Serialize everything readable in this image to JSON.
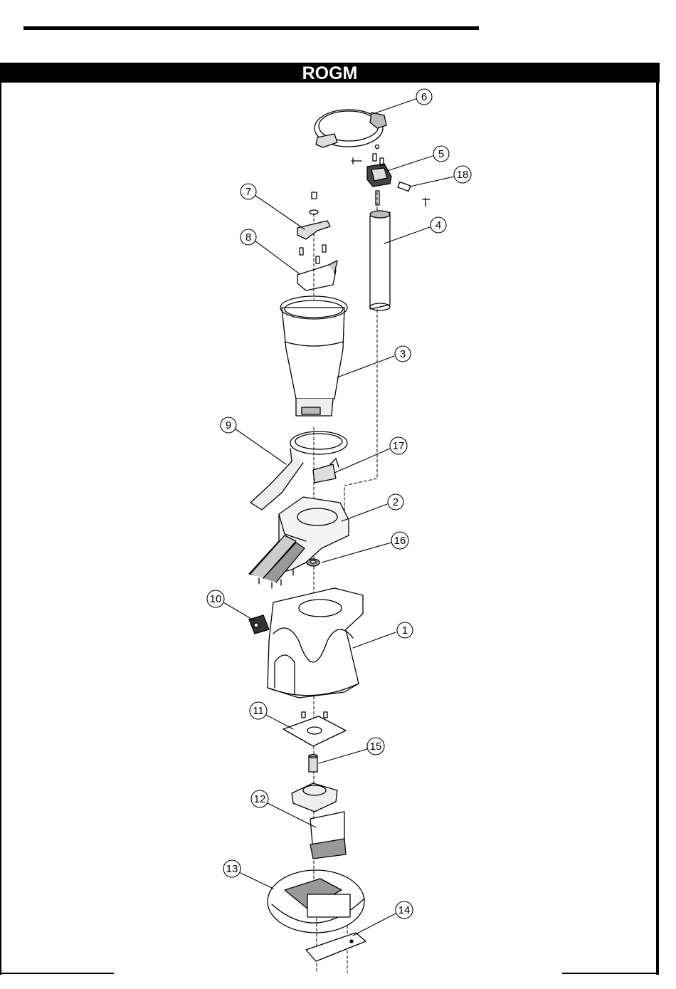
{
  "header": {
    "title": "ROGM"
  },
  "callouts": [
    {
      "label": "1"
    },
    {
      "label": "2"
    },
    {
      "label": "3"
    },
    {
      "label": "4"
    },
    {
      "label": "5"
    },
    {
      "label": "6"
    },
    {
      "label": "7"
    },
    {
      "label": "8"
    },
    {
      "label": "9"
    },
    {
      "label": "10"
    },
    {
      "label": "11"
    },
    {
      "label": "12"
    },
    {
      "label": "13"
    },
    {
      "label": "14"
    },
    {
      "label": "15"
    },
    {
      "label": "16"
    },
    {
      "label": "17"
    },
    {
      "label": "18"
    }
  ]
}
